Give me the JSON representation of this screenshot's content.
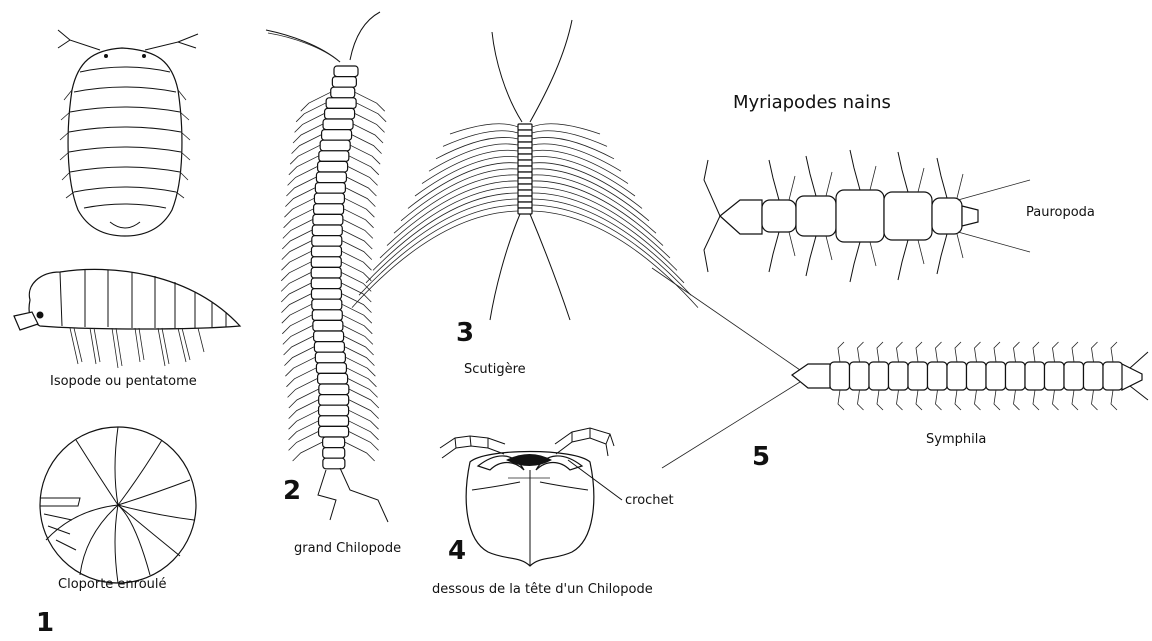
{
  "title": "Myriapodes nains",
  "numbers": [
    "1",
    "2",
    "3",
    "4",
    "5"
  ],
  "labels": {
    "isopode": "Isopode ou pentatome",
    "cloporte": "Cloporte enroulé",
    "chilopode": "grand Chilopode",
    "scutigere": "Scutigère",
    "tete": "dessous de la tête d'un Chilopode",
    "crochet": "crochet",
    "pauropoda": "Pauropoda",
    "symphila": "Symphila"
  }
}
